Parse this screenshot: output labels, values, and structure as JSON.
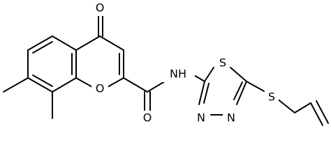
{
  "molecule": {
    "atoms": {
      "ketone_o": "O",
      "ring_o": "O",
      "amide_o": "O",
      "amide_nh": "NH",
      "thiadiazole_s": "S",
      "thioether_s": "S",
      "thiadiazole_n1": "N",
      "thiadiazole_n2": "N"
    }
  }
}
